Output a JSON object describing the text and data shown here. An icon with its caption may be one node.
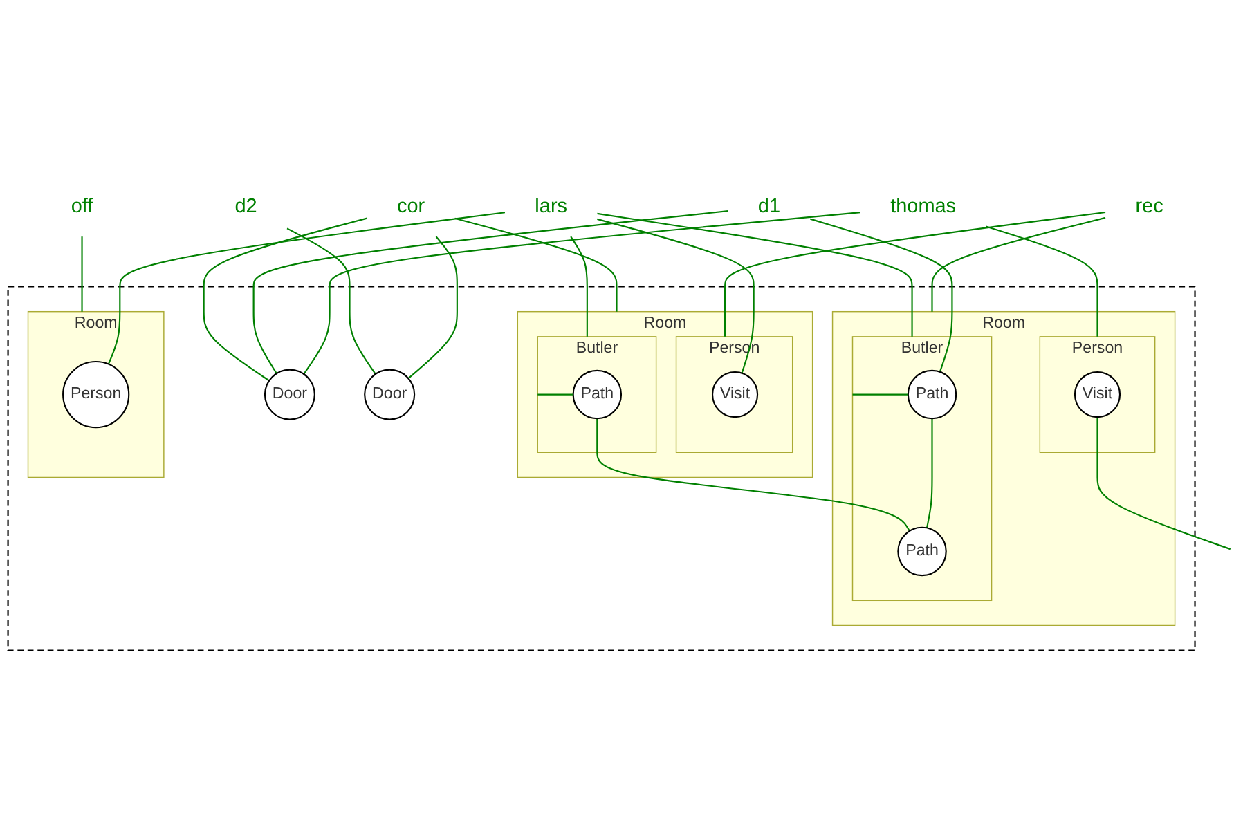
{
  "diagram": {
    "nodes": [
      {
        "text": [
          "rec"
        ]
      },
      {
        "text": [
          "thomas"
        ]
      },
      {
        "text": [
          "d1"
        ]
      },
      {
        "text": [
          "cor"
        ]
      },
      {
        "text": [
          "d2"
        ]
      },
      {
        "text": [
          "off"
        ]
      },
      {
        "text": [
          "lars"
        ]
      },
      {
        "text": [],
        "shape": "box"
      },
      {
        "text": [
          "Room"
        ],
        "in": 7
      },
      {
        "text": [
          "Person"
        ],
        "in": 8
      },
      {
        "text": [
          "Visit"
        ],
        "in": 9
      },
      {
        "text": [
          "Butler"
        ],
        "in": 8
      },
      {
        "text": [
          "Path"
        ],
        "in": 11
      },
      {
        "text": [
          "Path"
        ],
        "in": 11
      },
      {
        "text": [
          "Door"
        ],
        "in": 7
      },
      {
        "text": [
          "Room"
        ],
        "in": 7
      },
      {
        "text": [
          "Person"
        ],
        "in": 15
      },
      {
        "text": [
          "Visit"
        ],
        "in": 16
      },
      {
        "text": [
          "Butler"
        ],
        "in": 15
      },
      {
        "text": [
          "Path"
        ],
        "in": 18
      },
      {
        "text": [
          "Door"
        ],
        "in": 7
      },
      {
        "text": [
          "Room"
        ],
        "in": 7
      },
      {
        "text": [
          "Person"
        ],
        "in": 21
      }
    ],
    "edges": [
      {
        "from": 0,
        "to": 8,
        "arrow": "none"
      },
      {
        "from": 0,
        "to": 16,
        "arrow": "none"
      },
      {
        "from": 1,
        "to": 9,
        "arrow": "none"
      },
      {
        "from": 1,
        "to": 14,
        "arrow": "none"
      },
      {
        "from": 2,
        "to": 14,
        "arrow": "none"
      },
      {
        "from": 2,
        "to": 12,
        "arrow": "none"
      },
      {
        "from": 3,
        "to": 14,
        "arrow": "none"
      },
      {
        "from": 3,
        "to": 15,
        "arrow": "none"
      },
      {
        "from": 3,
        "to": 20,
        "arrow": "none"
      },
      {
        "from": 4,
        "to": 20,
        "arrow": "none"
      },
      {
        "from": 5,
        "to": 21,
        "arrow": "none"
      },
      {
        "from": 6,
        "to": 17,
        "arrow": "none"
      },
      {
        "from": 6,
        "to": 18,
        "arrow": "none"
      },
      {
        "from": 6,
        "to": 22,
        "arrow": "none"
      },
      {
        "from": 6,
        "to": 11,
        "arrow": "none"
      },
      {
        "from": 11,
        "to": 12,
        "arrow": "none"
      },
      {
        "from": 12,
        "to": 13,
        "arrow": "none"
      },
      {
        "from": 19,
        "to": 18,
        "arrow": "none"
      },
      {
        "from": 19,
        "to": 13,
        "arrow": "none"
      },
      {
        "from": 10,
        "to": null,
        "arrow": "none"
      }
    ]
  }
}
